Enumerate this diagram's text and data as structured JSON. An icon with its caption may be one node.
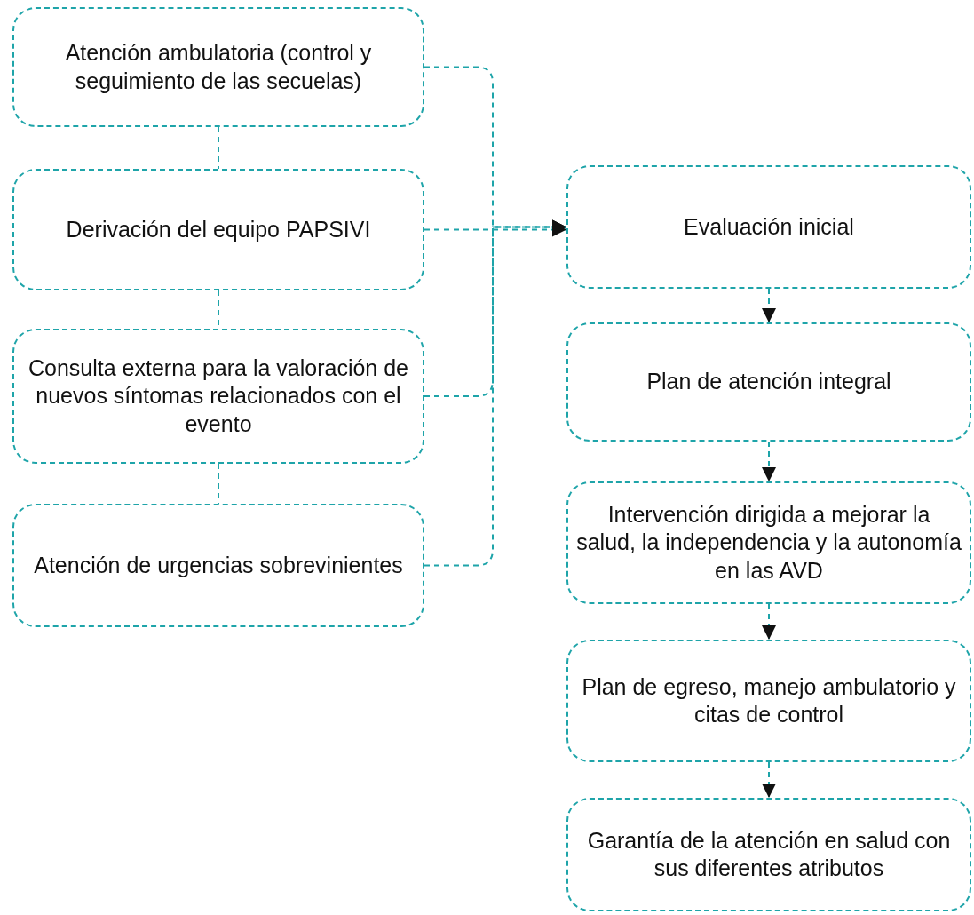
{
  "diagram": {
    "nodes": [
      {
        "text": [
          "Atención ambulatoria (control y seguimiento de las secuelas)"
        ]
      },
      {
        "text": [
          "Derivación del equipo PAPSIVI"
        ]
      },
      {
        "text": [
          "Consulta externa para la valoración de nuevos síntomas relacionados con el evento"
        ]
      },
      {
        "text": [
          "Atención de urgencias sobrevinientes"
        ]
      },
      {
        "text": [
          "Evaluación inicial"
        ]
      },
      {
        "text": [
          "Plan de atención integral"
        ]
      },
      {
        "text": [
          "Intervención dirigida a mejorar la salud, la independencia y la autonomía en las AVD"
        ]
      },
      {
        "text": [
          "Plan de egreso, manejo ambulatorio y citas de control"
        ]
      },
      {
        "text": [
          "Garantía de la atención en salud con sus diferentes atributos"
        ]
      }
    ],
    "edges": [
      {
        "from": 0,
        "to": 1,
        "arrow": "none",
        "style": "dashed"
      },
      {
        "from": 1,
        "to": 2,
        "arrow": "none",
        "style": "dashed"
      },
      {
        "from": 2,
        "to": 3,
        "arrow": "none",
        "style": "dashed"
      },
      {
        "from": 0,
        "to": 4,
        "arrow": "to",
        "style": "dashed"
      },
      {
        "from": 1,
        "to": 4,
        "arrow": "to",
        "style": "dashed"
      },
      {
        "from": 2,
        "to": 4,
        "arrow": "to",
        "style": "dashed"
      },
      {
        "from": 3,
        "to": 4,
        "arrow": "to",
        "style": "dashed"
      },
      {
        "from": 4,
        "to": 5,
        "arrow": "to",
        "style": "dashed"
      },
      {
        "from": 5,
        "to": 6,
        "arrow": "to",
        "style": "dashed"
      },
      {
        "from": 6,
        "to": 7,
        "arrow": "to",
        "style": "dashed"
      },
      {
        "from": 7,
        "to": 8,
        "arrow": "to",
        "style": "dashed"
      }
    ]
  }
}
